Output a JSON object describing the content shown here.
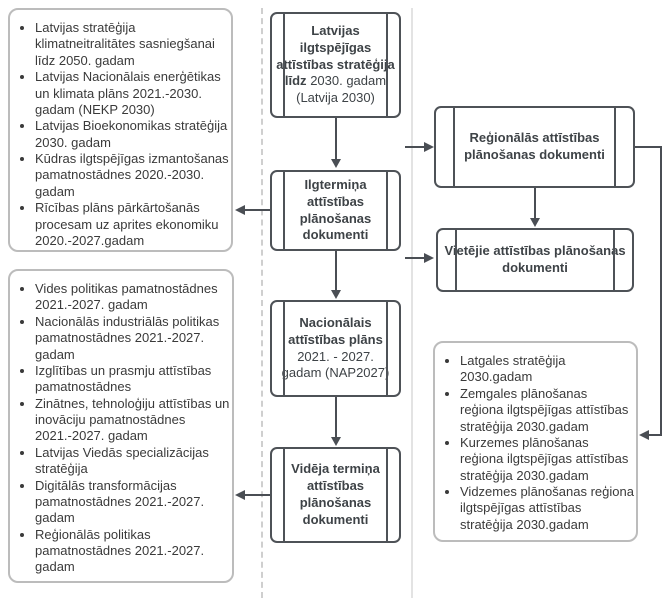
{
  "diagram": {
    "nodes": {
      "latvija2030": {
        "bold": "Latvijas ilgtspējīgas attīstības stratēģija līdz",
        "rest": "2030. gadam (Latvija 2030)"
      },
      "ilgtermina": {
        "bold": "Ilgtermiņa attīstības plānošanas dokumenti",
        "rest": ""
      },
      "nap2027": {
        "bold": "Nacionālais attīstības plāns",
        "rest": "2021. - 2027. gadam (NAP2027)"
      },
      "videja_termina": {
        "bold": "Vidēja termiņa attīstības plānošanas dokumenti",
        "rest": ""
      },
      "regionalas": {
        "label": "Reģionālās attīstības plānošanas dokumenti"
      },
      "vietejie": {
        "label": "Vietējie attīstības plānošanas dokumenti"
      }
    },
    "lists": {
      "national_longterm": {
        "items": [
          "Latvijas stratēģija klimatneitralitātes sasniegšanai līdz 2050. gadam",
          "Latvijas Nacionālais enerģētikas un klimata plāns 2021.-2030. gadam (NEKP 2030)",
          "Latvijas Bioekonomikas stratēģija 2030. gadam",
          "Kūdras ilgtspējīgas izmantošanas pamatnostādnes 2020.-2030. gadam",
          "Rīcības plāns pārkārtošanās procesam uz aprites ekonomiku 2020.-2027.gadam"
        ]
      },
      "national_midterm": {
        "items": [
          "Vides politikas pamatnostādnes 2021.-2027. gadam",
          "Nacionālās industriālās politikas pamatnostādnes 2021.-2027. gadam",
          "Izglītības un prasmju attīstības pamatnostādnes",
          "Zinātnes, tehnoloģiju attīstības un inovāciju pamatnostādnes 2021.-2027. gadam",
          "Latvijas Viedās specializācijas stratēģija",
          "Digitālās transformācijas pamatnostādnes 2021.-2027. gadam",
          "Reģionālās politikas pamatnostādnes 2021.-2027. gadam"
        ]
      },
      "regional_strategies": {
        "items": [
          "Latgales stratēģija 2030.gadam",
          "Zemgales plānošanas reģiona ilgtspējīgas attīstības stratēģija 2030.gadam",
          "Kurzemes plānošanas reģiona ilgtspējīgas attīstības stratēģija 2030.gadam",
          "Vidzemes plānošanas reģiona ilgtspējīgas attīstības stratēģija 2030.gadam"
        ]
      }
    },
    "colors": {
      "node_border": "#4e5257",
      "node_text": "#3e4347",
      "list_border": "#bcbcbc",
      "list_text": "#3a3a3a",
      "arrow": "#4a4e54",
      "lane_dashed": "#cfcfcf",
      "lane_solid": "#e3e3e3",
      "background": "#ffffff"
    }
  }
}
